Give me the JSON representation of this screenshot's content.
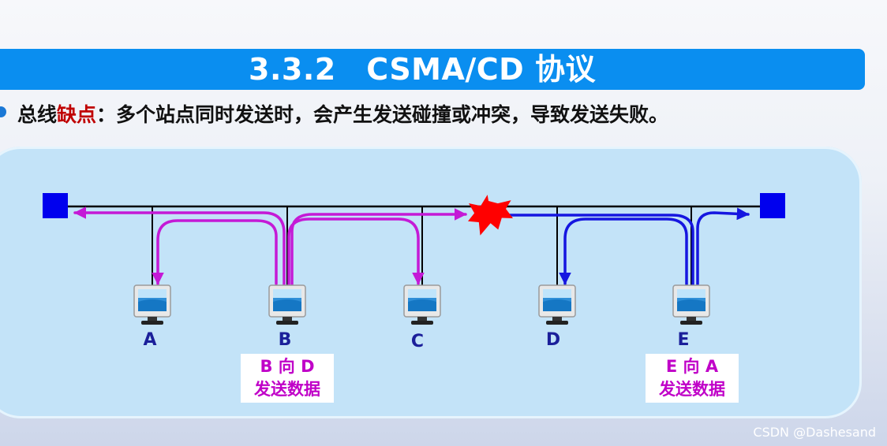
{
  "title": "3.3.2　CSMA/CD 协议",
  "bullet": {
    "prefix": "总线",
    "highlight": "缺点",
    "rest": "：多个站点同时发送时，会产生发送碰撞或冲突，导致发送失败。"
  },
  "stations": [
    {
      "label": "A"
    },
    {
      "label": "B"
    },
    {
      "label": "C"
    },
    {
      "label": "D"
    },
    {
      "label": "E"
    }
  ],
  "notes": {
    "b_to_d": {
      "line1": "B 向 D",
      "line2": "发送数据"
    },
    "e_to_a": {
      "line1": "E 向 A",
      "line2": "发送数据"
    }
  },
  "colors": {
    "title_bar": "#0a8ef0",
    "b_signal": "#c41ad6",
    "e_signal": "#1616e0",
    "collision": "#ff0000",
    "terminator": "#0000ee",
    "highlight_text": "#c00000"
  },
  "watermark": "CSDN @Dashesand"
}
